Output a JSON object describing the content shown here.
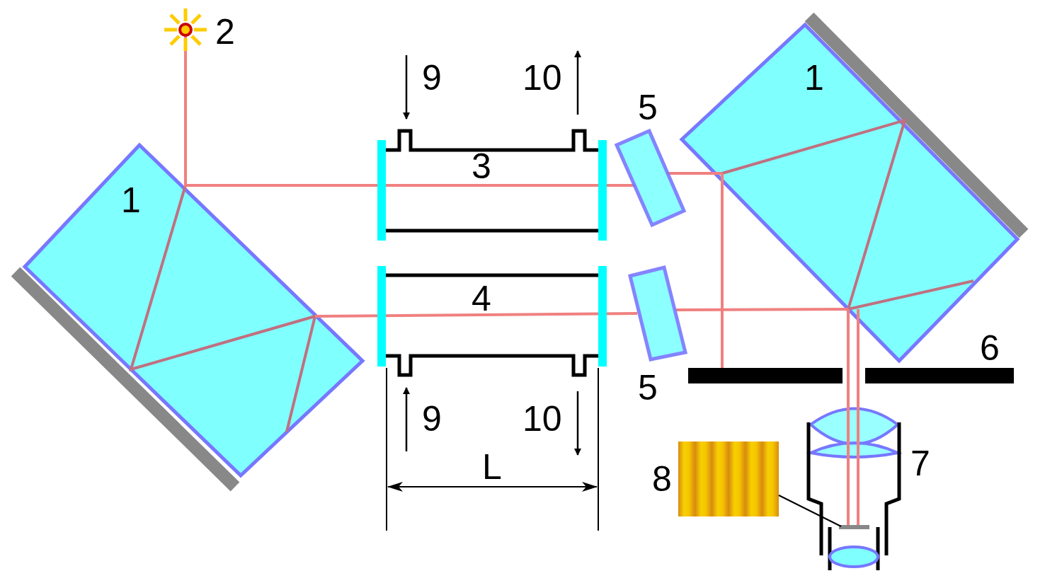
{
  "diagram": {
    "labels": [
      "2",
      "9",
      "10",
      "1",
      "1",
      "3",
      "5",
      "4",
      "6",
      "5",
      "9",
      "10",
      "7",
      "8",
      "L"
    ]
  }
}
